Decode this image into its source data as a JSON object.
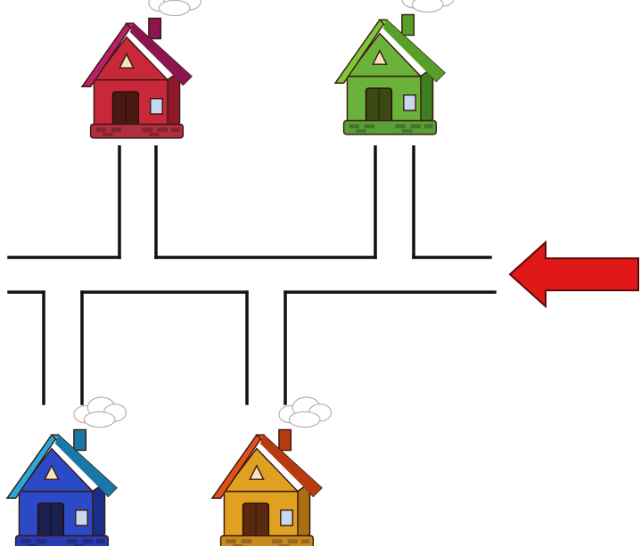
{
  "diagram": {
    "houses": [
      {
        "id": "house-1",
        "colors": {
          "roof": "#b8206a",
          "roof_dark": "#8a1550",
          "wall": "#c8283a",
          "wall_dark": "#8e1a2a",
          "door": "#4a1a12",
          "base": "#b03040"
        }
      },
      {
        "id": "house-2",
        "colors": {
          "roof": "#7cc83a",
          "roof_dark": "#56a02a",
          "wall": "#6ab23a",
          "wall_dark": "#3f7e22",
          "door": "#3a4a12",
          "base": "#5aa03a"
        }
      },
      {
        "id": "house-3",
        "colors": {
          "roof": "#2aa8d8",
          "roof_dark": "#1a78a8",
          "wall": "#2a4ac8",
          "wall_dark": "#1a2e8a",
          "door": "#1a2050",
          "base": "#2a3ab0"
        }
      },
      {
        "id": "house-4",
        "colors": {
          "roof": "#e0501a",
          "roof_dark": "#b83a10",
          "wall": "#e0a020",
          "wall_dark": "#a87010",
          "door": "#5a2a10",
          "base": "#c88a20"
        }
      }
    ],
    "arrow": {
      "direction": "left",
      "color": "#e01818"
    }
  }
}
